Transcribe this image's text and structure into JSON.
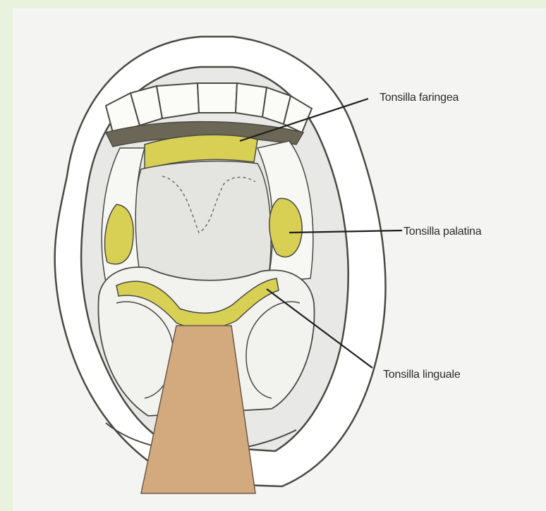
{
  "labels": {
    "pharyngeal_tonsil": "Tonsilla faringea",
    "palatine_tonsil": "Tonsilla palatina",
    "lingual_tonsil": "Tonsilla linguale"
  },
  "colors": {
    "background": "#e9f2dc",
    "paper": "#f4f4f2",
    "tonsil": "#d8cf55",
    "depressor": "#d2aa7e",
    "outline": "#4a4a44"
  },
  "icons": {
    "diagram": "open-mouth-tonsils-illustration"
  }
}
